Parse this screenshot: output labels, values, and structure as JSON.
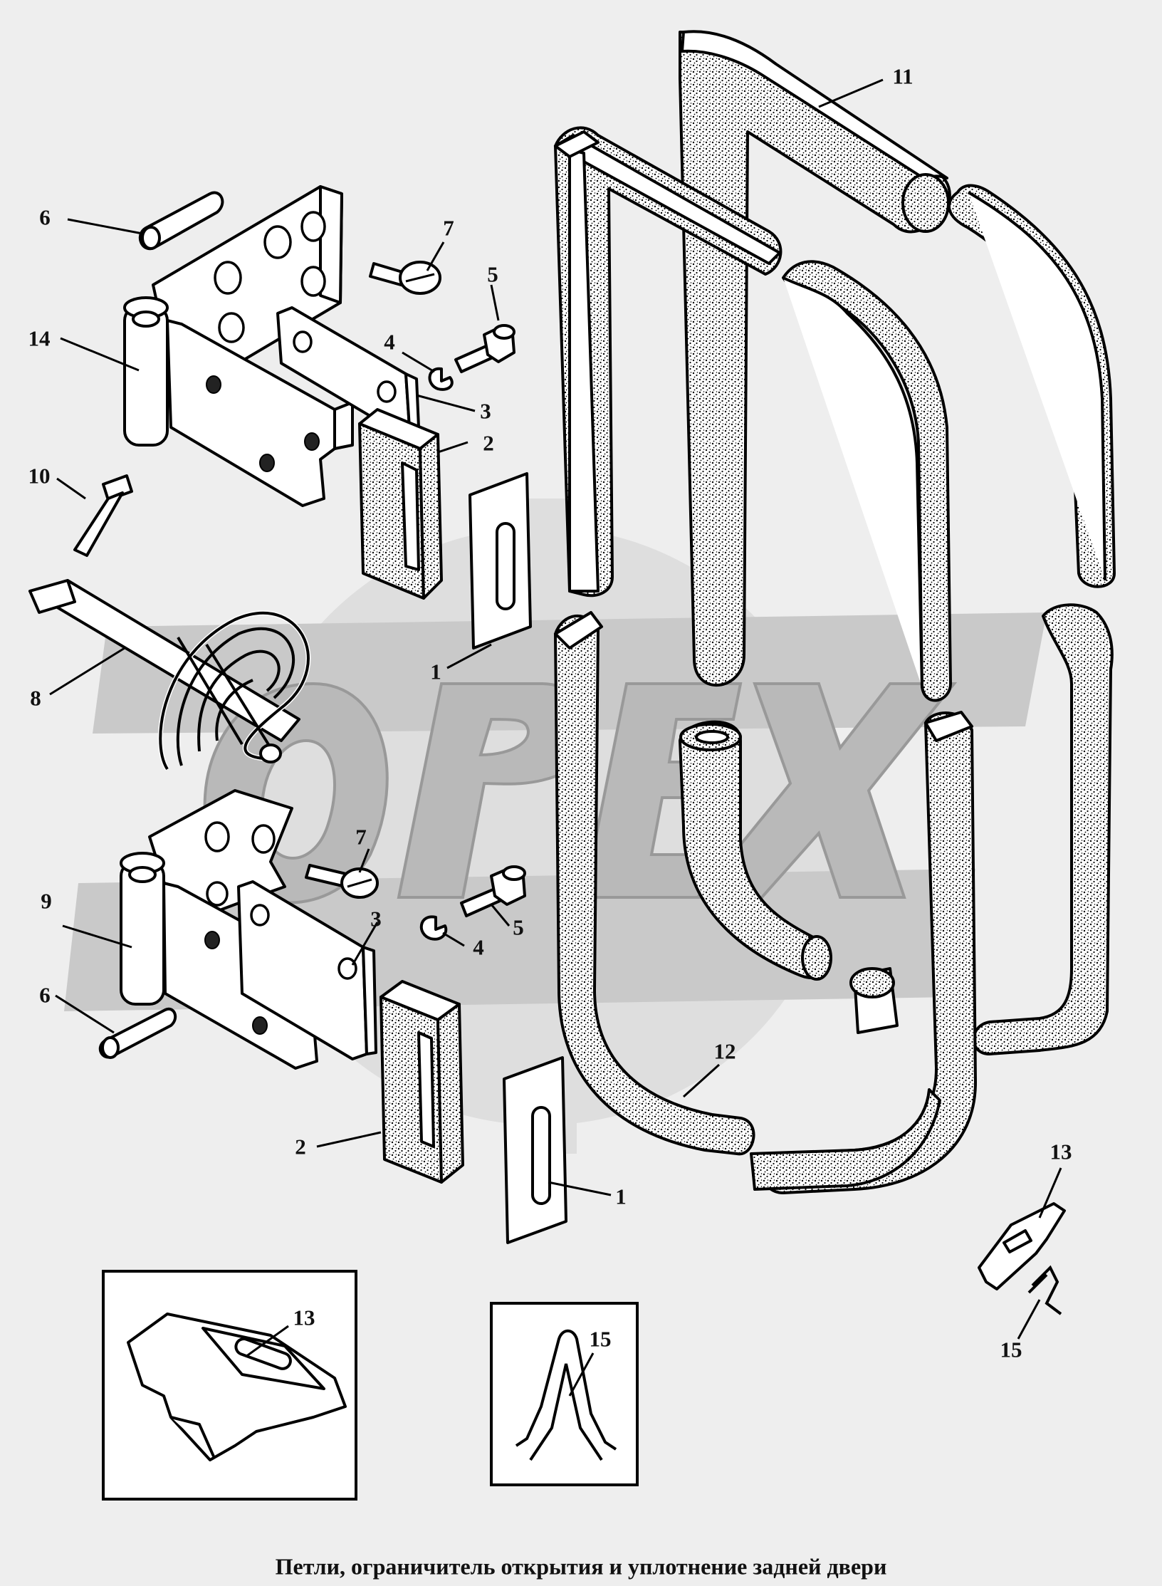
{
  "diagram": {
    "caption": "Петли, ограничитель открытия  и уплотнение  задней двери",
    "watermark_text": "OPEX",
    "callouts": [
      {
        "id": "c11",
        "label": "11"
      },
      {
        "id": "c6a",
        "label": "6"
      },
      {
        "id": "c7a",
        "label": "7"
      },
      {
        "id": "c5a",
        "label": "5"
      },
      {
        "id": "c14",
        "label": "14"
      },
      {
        "id": "c4a",
        "label": "4"
      },
      {
        "id": "c3a",
        "label": "3"
      },
      {
        "id": "c2a",
        "label": "2"
      },
      {
        "id": "c10",
        "label": "10"
      },
      {
        "id": "c1a",
        "label": "1"
      },
      {
        "id": "c8",
        "label": "8"
      },
      {
        "id": "c7b",
        "label": "7"
      },
      {
        "id": "c9",
        "label": "9"
      },
      {
        "id": "c3b",
        "label": "3"
      },
      {
        "id": "c5b",
        "label": "5"
      },
      {
        "id": "c4b",
        "label": "4"
      },
      {
        "id": "c6b",
        "label": "6"
      },
      {
        "id": "c12",
        "label": "12"
      },
      {
        "id": "c2b",
        "label": "2"
      },
      {
        "id": "c1b",
        "label": "1"
      },
      {
        "id": "c13a",
        "label": "13"
      },
      {
        "id": "c13b",
        "label": "13"
      },
      {
        "id": "c15a",
        "label": "15"
      },
      {
        "id": "c15b",
        "label": "15"
      }
    ]
  }
}
